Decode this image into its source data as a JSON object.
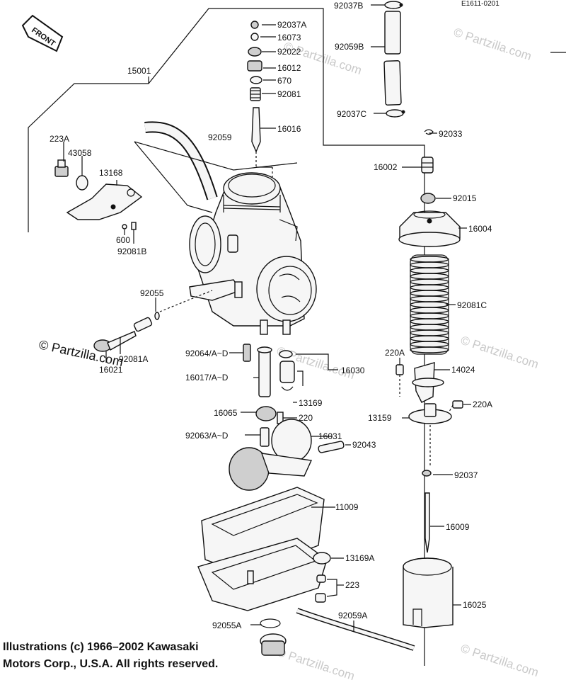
{
  "diagram": {
    "header_code": "E1611-0201",
    "front_badge": "FRONT",
    "watermark": "© Partzilla.com",
    "copyright_line1": "Illustrations (c) 1966–2002 Kawasaki",
    "copyright_line2": "Motors Corp., U.S.A.  All rights reserved.",
    "labels": {
      "p92037B": "92037B",
      "p92059B": "92059B",
      "p92037C": "92037C",
      "p92033": "92033",
      "p92037A": "92037A",
      "p16073": "16073",
      "p92022": "92022",
      "p16012": "16012",
      "p670": "670",
      "p92081": "92081",
      "p16016": "16016",
      "p15001": "15001",
      "p92059": "92059",
      "p223A": "223A",
      "p43058": "43058",
      "p13168": "13168",
      "p600": "600",
      "p92081B": "92081B",
      "p92055": "92055",
      "p92081A": "92081A",
      "p16021": "16021",
      "p92064": "92064/A~D",
      "p16017": "16017/A~D",
      "p16030": "16030",
      "p13169": "13169",
      "p16065": "16065",
      "p220": "220",
      "p92063": "92063/A~D",
      "p16031": "16031",
      "p92043": "92043",
      "p11009": "11009",
      "p13169A": "13169A",
      "p223": "223",
      "p92059A": "92059A",
      "p92055A": "92055A",
      "p16002": "16002",
      "p92015": "92015",
      "p16004": "16004",
      "p92081C": "92081C",
      "p220A_top": "220A",
      "p14024": "14024",
      "p220A_side": "220A",
      "p13159": "13159",
      "p92037": "92037",
      "p16009": "16009",
      "p16025": "16025"
    }
  }
}
